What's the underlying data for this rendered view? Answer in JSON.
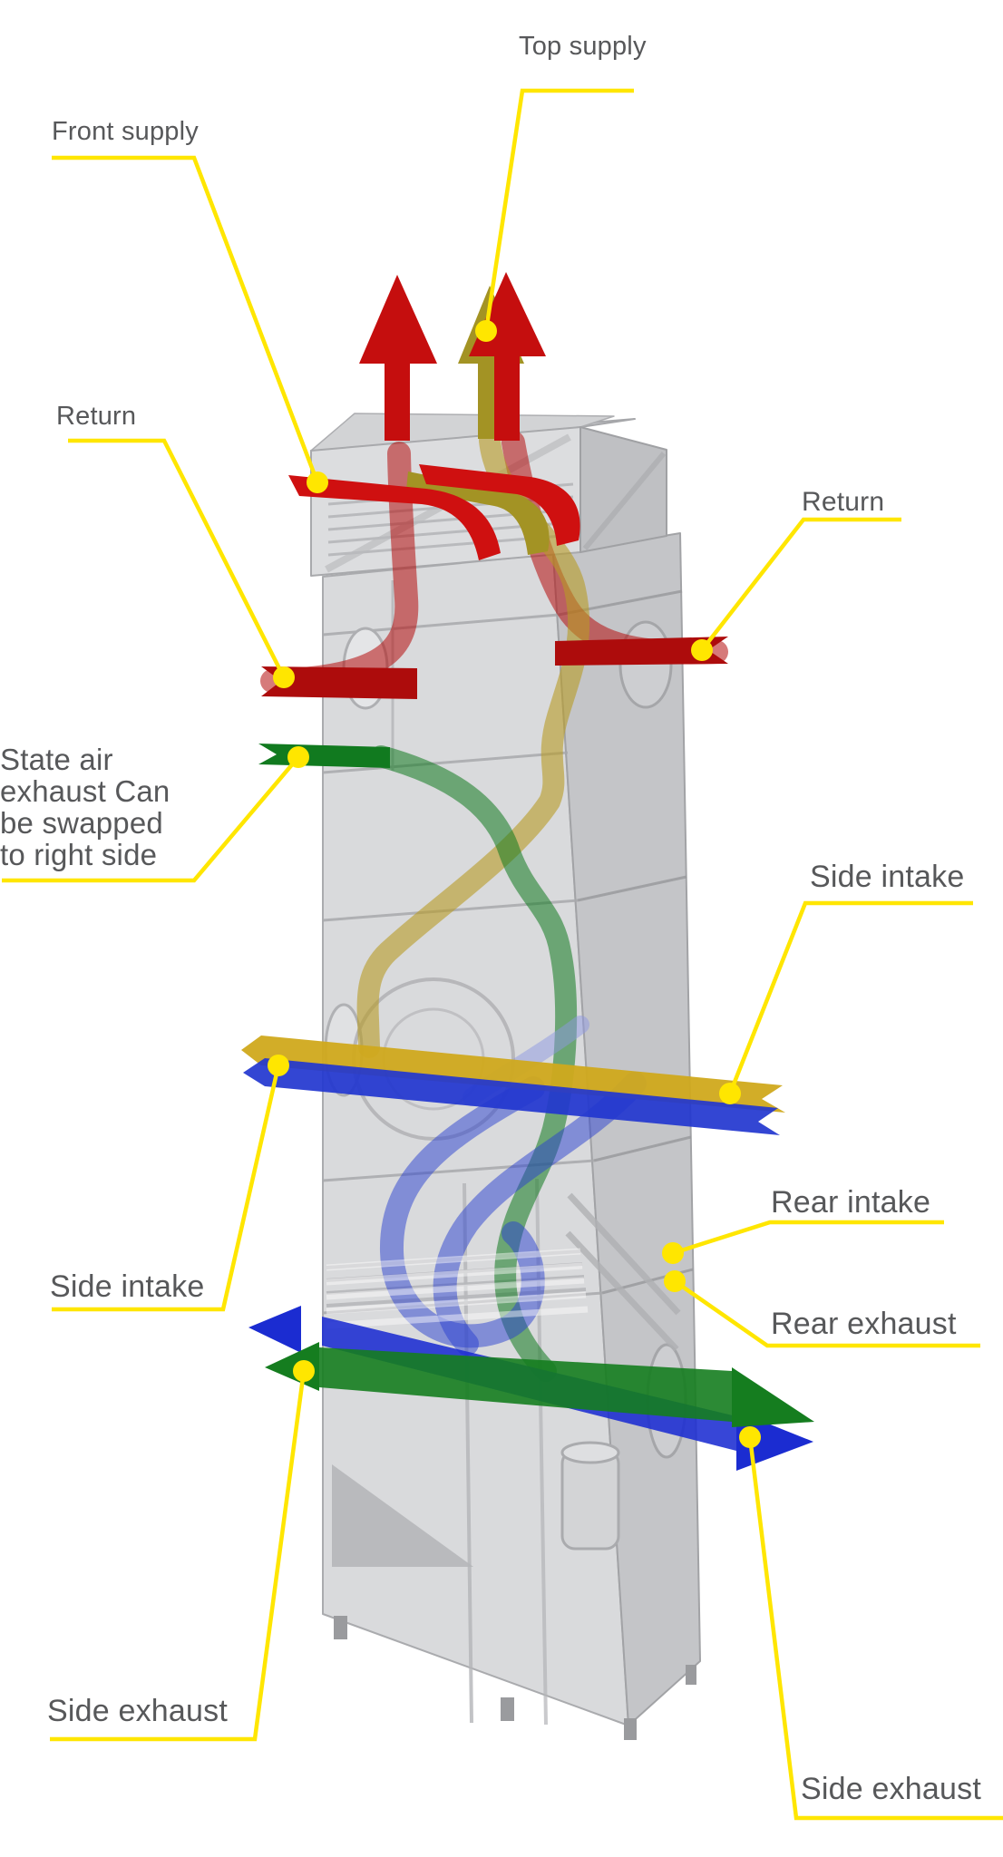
{
  "diagram": {
    "kind": "hvac-unit-airflow-diagram",
    "labels": {
      "top_supply": "Top supply",
      "front_supply": "Front supply",
      "return_left": "Return",
      "return_right": "Return",
      "state_air_exhaust": "State air exhaust Can be swapped to right side",
      "side_intake_right": "Side intake",
      "side_intake_left": "Side intake",
      "rear_intake": "Rear intake",
      "rear_exhaust": "Rear exhaust",
      "side_exhaust_left": "Side exhaust",
      "side_exhaust_right": "Side exhaust"
    },
    "arrows": [
      {
        "name": "top-supply",
        "color": "#c50e0e",
        "secondary_color": "#a39324",
        "direction": "up"
      },
      {
        "name": "front-supply",
        "color": "#cf1010",
        "direction": "out-front"
      },
      {
        "name": "return-left",
        "color": "#ad0c0c",
        "direction": "into-left-side"
      },
      {
        "name": "return-right",
        "color": "#ad0c0c",
        "direction": "into-right-side"
      },
      {
        "name": "state-air-exhaust",
        "color": "#15751f",
        "direction": "out-left"
      },
      {
        "name": "side-intake",
        "color": "#d0a91c",
        "direction": "through-sides"
      },
      {
        "name": "side-intake-blue",
        "color": "#2236cf",
        "direction": "through-sides"
      },
      {
        "name": "side-exhaust-left",
        "color": "#1b2cd1",
        "direction": "out-left"
      },
      {
        "name": "side-exhaust-right",
        "color": "#157d1f",
        "direction": "out-right"
      }
    ],
    "colors": {
      "leader_yellow": "#ffe600",
      "label_text": "#57585a",
      "supply_red": "#c50e0e",
      "return_red": "#ad0c0c",
      "olive": "#a39324",
      "intake_gold": "#d0a91c",
      "exhaust_green": "#15751f",
      "intake_blue": "#2236cf",
      "exhaust_blue": "#1b2cd1",
      "cabinet_gray": "#cfd0d2",
      "background": "#ffffff"
    }
  }
}
